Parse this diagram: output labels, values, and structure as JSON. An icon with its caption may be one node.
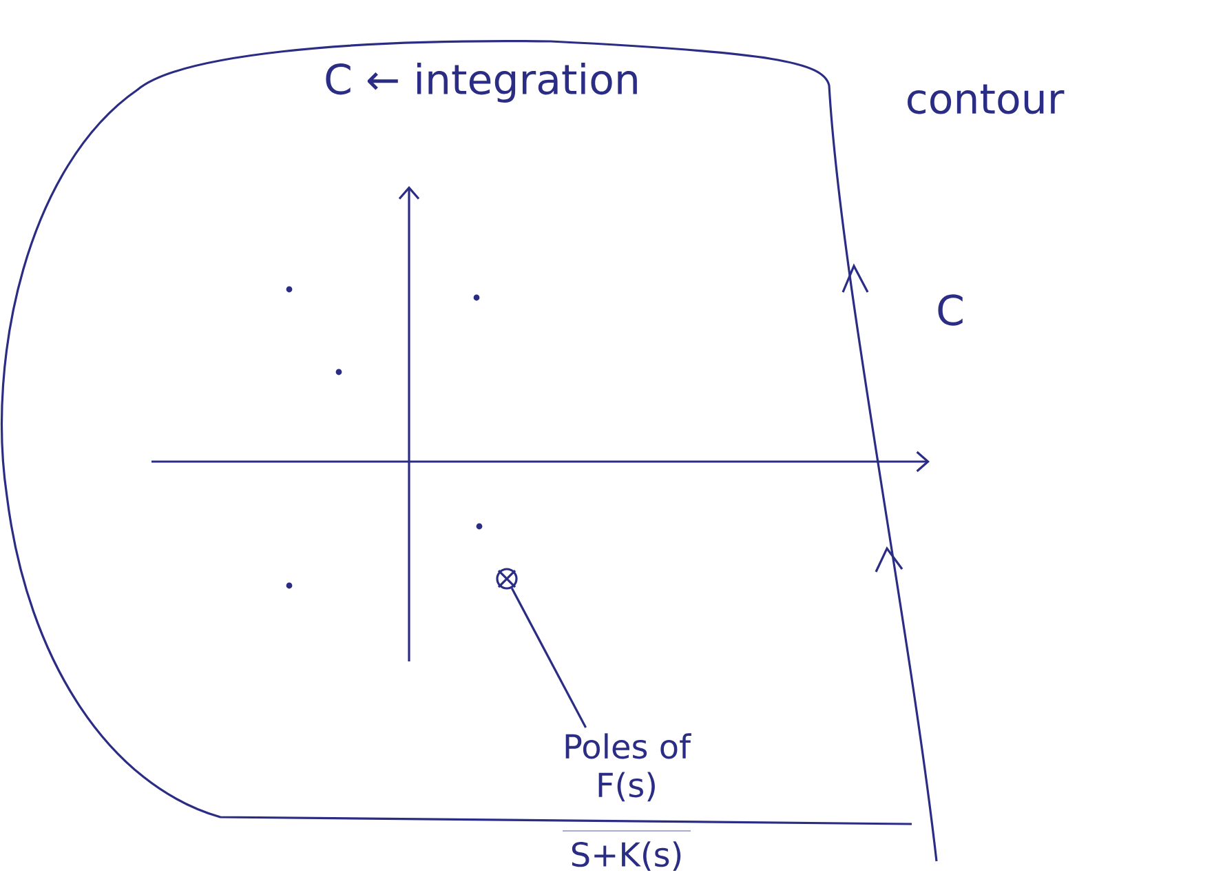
{
  "diagram": {
    "nodes": [
      {
        "text": [
          "Poles of",
          "F(s)",
          "S+K(s)"
        ]
      },
      {
        "text": [],
        "shape": "circle"
      }
    ],
    "edges": [
      {
        "from": 0,
        "to": 1,
        "arrow": "none"
      }
    ],
    "labels": [
      "C ← integration",
      "contour",
      "C"
    ]
  }
}
